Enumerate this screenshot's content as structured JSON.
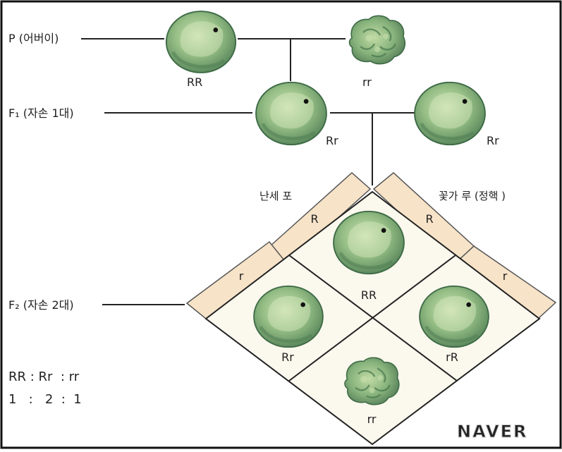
{
  "generation_labels": {
    "p": "P (어버이)",
    "f1": "F₁ (자손 1대)",
    "f2": "F₂ (자손 2대)"
  },
  "parents": {
    "left_genotype": "RR",
    "right_genotype": "rr"
  },
  "f1": {
    "left_genotype": "Rr",
    "right_genotype": "Rr"
  },
  "gametes": {
    "egg_header": "난세 포",
    "pollen_header": "꽃가 루 (정핵 )",
    "egg_top": "R",
    "egg_bottom": "r",
    "pollen_top": "R",
    "pollen_bottom": "r"
  },
  "f2_grid": {
    "top": "RR",
    "left": "Rr",
    "right": "rR",
    "bottom": "rr"
  },
  "ratio": {
    "genotypes": "RR : Rr  : rr",
    "numbers": "1   :   2  :  1"
  },
  "watermark": "NAVER",
  "colors": {
    "pea_light": "#b7d39b",
    "pea_mid": "#7fae72",
    "pea_dark": "#4f7e54",
    "gamete_box": "#f7e3c8",
    "grid_fill": "#fbf8ee",
    "line": "#222222"
  }
}
